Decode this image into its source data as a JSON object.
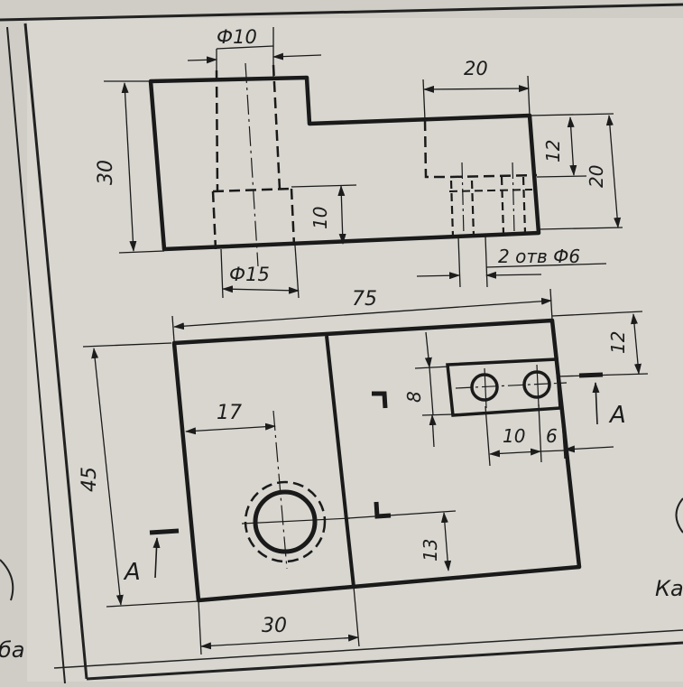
{
  "drawing": {
    "front_view": {
      "bore_diameter": "Ф10",
      "counterbore_diameter": "Ф15",
      "height_total": "30",
      "counterbore_depth": "10",
      "step_width": "20",
      "step_height_upper": "12",
      "step_height_total": "20",
      "holes_note": "2 отв Ф6"
    },
    "top_view": {
      "overall_length": "75",
      "overall_width": "45",
      "left_block_width": "30",
      "hole_center_x": "17",
      "hole_center_y": "13",
      "slot_width": "8",
      "slot_offset": "12",
      "holes_spacing": "10",
      "holes_edge": "6",
      "section_label_left": "A",
      "section_label_right": "A"
    },
    "margin_text_left": "ба",
    "margin_text_right": "Ка"
  }
}
